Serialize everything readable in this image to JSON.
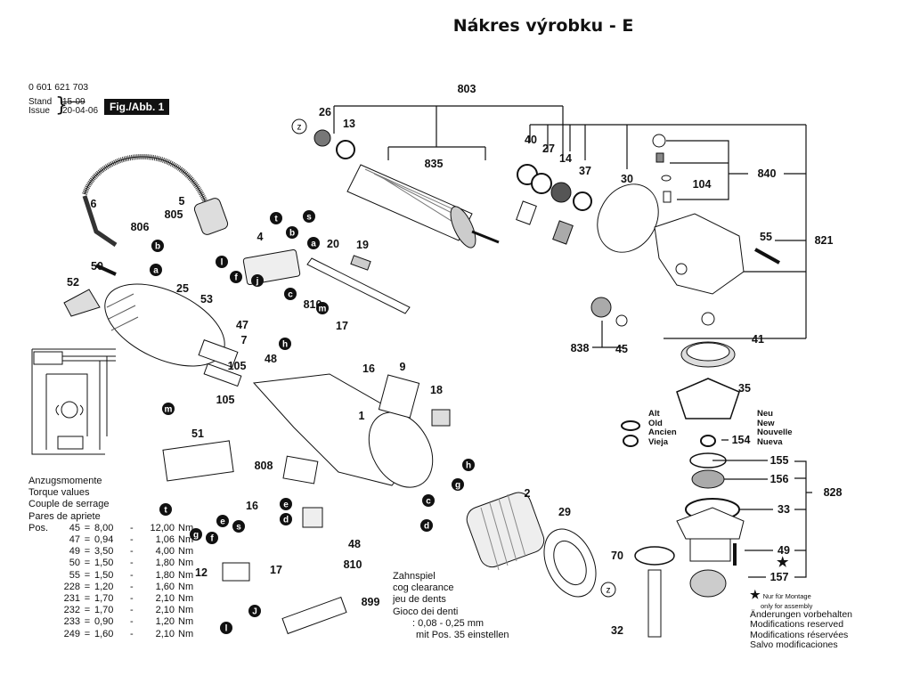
{
  "title": "Nákres výrobku - E",
  "header": {
    "part_number": "0 601 621 703",
    "stand_label": "Stand",
    "issue_label": "Issue",
    "stand_date": "15-09",
    "issue_date": "20-04-06",
    "figure": "Fig./Abb. 1"
  },
  "parts": {
    "p803": "803",
    "p26": "26",
    "p13": "13",
    "pz1": "z",
    "p835": "835",
    "p40": "40",
    "p27": "27",
    "p14": "14",
    "p37": "37",
    "p30": "30",
    "p840": "840",
    "p104": "104",
    "p821": "821",
    "p55": "55",
    "p41": "41",
    "p838": "838",
    "p45": "45",
    "p35": "35",
    "p154": "154",
    "p155": "155",
    "p156": "156",
    "p828": "828",
    "p33": "33",
    "p49": "49",
    "p157": "157",
    "p70": "70",
    "p32": "32",
    "p29": "29",
    "pz2": "z",
    "p2": "2",
    "p6": "6",
    "p5": "5",
    "p805": "805",
    "p806": "806",
    "p50": "50",
    "p52": "52",
    "p25": "25",
    "p4": "4",
    "p53": "53",
    "p20": "20",
    "p19": "19",
    "p47": "47",
    "p7": "7",
    "p48a": "48",
    "p810a": "810",
    "p17a": "17",
    "p16a": "16",
    "p105a": "105",
    "p105b": "105",
    "p9": "9",
    "p18": "18",
    "p1": "1",
    "p51": "51",
    "p808": "808",
    "p16b": "16",
    "p17b": "17",
    "p48b": "48",
    "p810b": "810",
    "p12": "12",
    "p899": "899"
  },
  "wire_markers": {
    "t1": "t",
    "b1": "b",
    "s1": "s",
    "a1": "a",
    "l1": "l",
    "f1": "f",
    "j1": "j",
    "c1": "c",
    "b2": "b",
    "a2": "a",
    "m1": "m",
    "h1": "h",
    "m2": "m",
    "t2": "t",
    "g1": "g",
    "f2": "f",
    "e1": "e",
    "s2": "s",
    "e2": "e",
    "d1": "d",
    "l2": "l",
    "j2": "J",
    "h2": "h",
    "g2": "g",
    "c2": "c",
    "d2": "d"
  },
  "torque": {
    "heading": [
      "Anzugsmomente",
      "Torque values",
      "Couple de serrage",
      "Pares de apriete"
    ],
    "pos_label": "Pos.",
    "rows": [
      {
        "pos": "45",
        "min": "8,00",
        "max": "12,00",
        "unit": "Nm"
      },
      {
        "pos": "47",
        "min": "0,94",
        "max": "1,06",
        "unit": "Nm"
      },
      {
        "pos": "49",
        "min": "3,50",
        "max": "4,00",
        "unit": "Nm"
      },
      {
        "pos": "50",
        "min": "1,50",
        "max": "1,80",
        "unit": "Nm"
      },
      {
        "pos": "55",
        "min": "1,50",
        "max": "1,80",
        "unit": "Nm"
      },
      {
        "pos": "228",
        "min": "1,20",
        "max": "1,60",
        "unit": "Nm"
      },
      {
        "pos": "231",
        "min": "1,70",
        "max": "2,10",
        "unit": "Nm"
      },
      {
        "pos": "232",
        "min": "1,70",
        "max": "2,10",
        "unit": "Nm"
      },
      {
        "pos": "233",
        "min": "0,90",
        "max": "1,20",
        "unit": "Nm"
      },
      {
        "pos": "249",
        "min": "1,60",
        "max": "2,10",
        "unit": "Nm"
      }
    ]
  },
  "cog": {
    "lines": [
      "Zahnspiel",
      "cog clearance",
      "jeu de dents",
      "Gioco dei denti"
    ],
    "value": ": 0,08 - 0,25 mm",
    "instruction": "mit Pos. 35 einstellen"
  },
  "old_new": {
    "old": [
      "Alt",
      "Old",
      "Ancien",
      "Vieja"
    ],
    "new": [
      "Neu",
      "New",
      "Nouvelle",
      "Nueva"
    ]
  },
  "notes": {
    "star": "★",
    "assembly_de": "Nur für Montage",
    "assembly_en": "only for assembly",
    "modifications": [
      "Änderungen vorbehalten",
      "Modifications reserved",
      "Modifications réservées",
      "Salvo modificaciones"
    ]
  }
}
